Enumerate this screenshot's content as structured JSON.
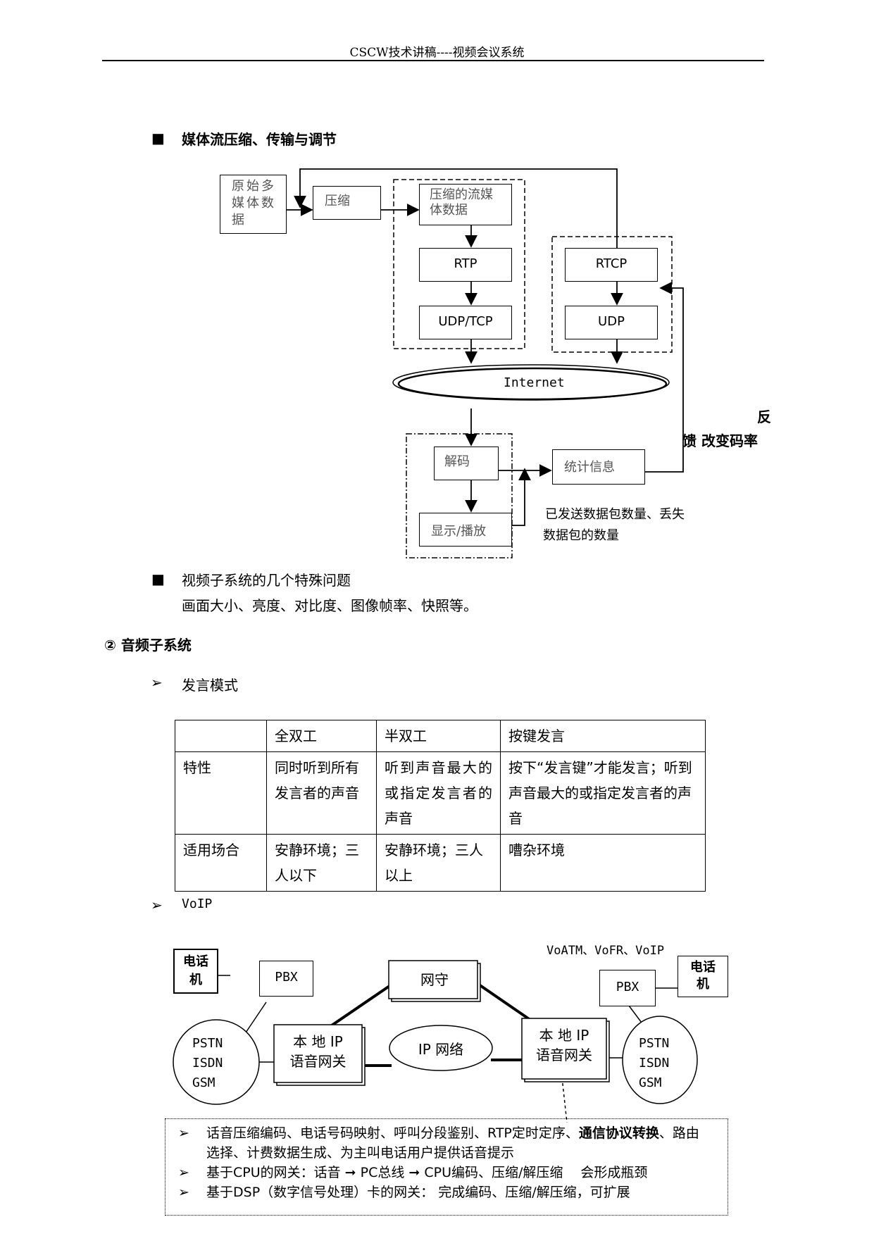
{
  "header": {
    "title": "CSCW技术讲稿----视频会议系统"
  },
  "section1": {
    "bullet": "■",
    "title": "媒体流压缩、传输与调节"
  },
  "diagram1": {
    "raw_media": [
      "原始多",
      "媒体数",
      "据"
    ],
    "compress": "压缩",
    "compressed_stream": [
      "压缩的流媒",
      "体数据"
    ],
    "rtp": "RTP",
    "udp_tcp": "UDP/TCP",
    "rtcp": "RTCP",
    "udp": "UDP",
    "internet": "Internet",
    "decode": "解码",
    "display": "显示/播放",
    "stats": "统计信息",
    "feedback_1": "反",
    "feedback_2": "馈 改变码率",
    "note_1": "已发送数据包数量、丢失",
    "note_2": "数据包的数量"
  },
  "section2": {
    "bullet": "■",
    "title": "视频子系统的几个特殊问题",
    "body": "画面大小、亮度、对比度、图像帧率、快照等。"
  },
  "section3": {
    "title": "② 音频子系统"
  },
  "speech_mode": {
    "arrow": "➢",
    "title": "发言模式",
    "headers": [
      "",
      "全双工",
      "半双工",
      "按键发言"
    ],
    "rows": [
      [
        "特性",
        "同时听到所有发言者的声音",
        "听到声音最大的或指定发言者的声音",
        "按下“发言键”才能发言；听到声音最大的或指定发言者的声音"
      ],
      [
        "适用场合",
        "安静环境；三人以下",
        "安静环境；三人以上",
        "嘈杂环境"
      ]
    ]
  },
  "voip": {
    "arrow": "➢",
    "title": "VoIP",
    "phone_left": [
      "电话",
      "机"
    ],
    "pbx_left": "PBX",
    "gatekeeper": "网守",
    "pstn_left": [
      "PSTN",
      "ISDN",
      "GSM"
    ],
    "gateway_left": [
      "本 地 IP",
      "语音网关"
    ],
    "ip_network": "IP 网络",
    "gateway_right": [
      "本 地 IP",
      "语音网关"
    ],
    "protocols": "VoATM、VoFR、VoIP",
    "pbx_right": "PBX",
    "phone_right": [
      "电话",
      "机"
    ],
    "pstn_right": [
      "PSTN",
      "ISDN",
      "GSM"
    ]
  },
  "notes": {
    "arrow": "➢",
    "item1_part1": "话音压缩编码、电话号码映射、呼叫分段鉴别、RTP定时定序、",
    "item1_bold": "通信协议转换",
    "item1_part2": "、路由",
    "item1_line2": "选择、计费数据生成、为主叫电话用户提供话音提示",
    "item2": "基于CPU的网关：话音 ➞ PC总线 ➞ CPU编码、压缩/解压缩　 会形成瓶颈",
    "item3": "基于DSP（数字信号处理）卡的网关： 完成编码、压缩/解压缩，可扩展"
  }
}
